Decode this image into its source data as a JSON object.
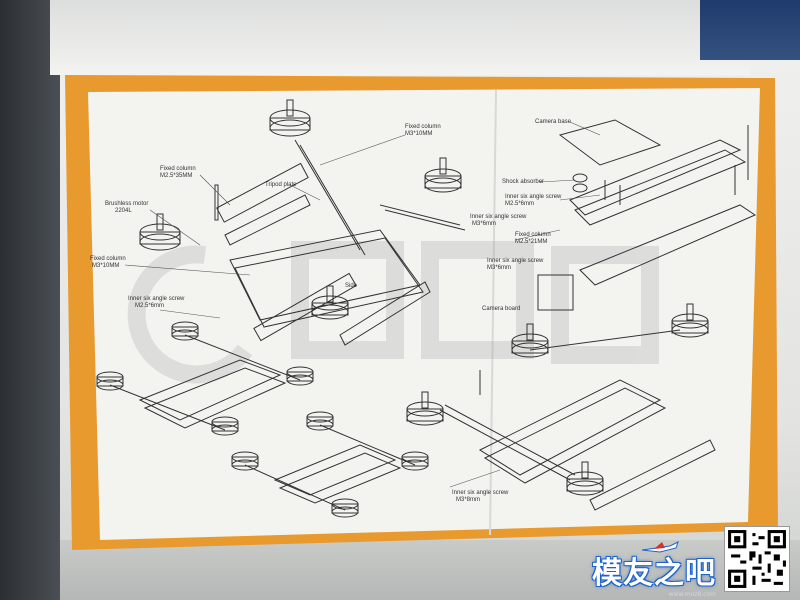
{
  "booklet": {
    "labels": {
      "fixed_column_top": "Fixed column\nM3*10MM",
      "fixed_column_m25": "Fixed column\nM2.5*35MM",
      "tripod_plate": "Tripod plate",
      "brushless_motor": "Brushless motor\n2204L",
      "fixed_column_m3": "Fixed column\nM3*10MM",
      "inner_screw_left": "Inner six angle screw\nM2.5*6mm",
      "side": "Side",
      "camera_base": "Camera base",
      "shock_absorber": "Shock absorber",
      "inner_screw_m25": "Inner six angle screw\nM2.5*6mm",
      "inner_screw_m3_a": "Inner six angle screw\nM3*6mm",
      "fixed_column_m25_21": "Fixed column\nM2.5*21MM",
      "inner_screw_m3_b": "Inner six angle screw\nM3*6mm",
      "camera_board": "Camera board",
      "inner_screw_bottom": "Inner six angle screw\nM3*8mm"
    }
  },
  "watermark": {
    "logo_text": "模友之吧",
    "url": "www.moz8.com"
  },
  "colors": {
    "orange_border": "#e89a2e",
    "paper": "#f3f3f0",
    "line": "#333333",
    "watermark_blue": "#1f63c9"
  }
}
